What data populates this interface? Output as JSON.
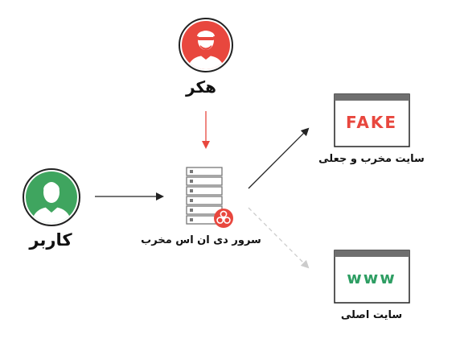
{
  "nodes": {
    "hacker": {
      "label": "هکر"
    },
    "user": {
      "label": "کاربر"
    },
    "server": {
      "label": "سرور دی ان اس مخرب"
    },
    "fake_site": {
      "label": "سایت مخرب و جعلی",
      "screen_text": "FAKE"
    },
    "real_site": {
      "label": "سایت اصلی",
      "screen_text": "www"
    }
  },
  "colors": {
    "hacker": "#e8473e",
    "user": "#3fa55f",
    "fake_text": "#e8473e",
    "real_text": "#2e9e63",
    "window_border": "#222222",
    "window_bar": "#6f6f6f",
    "arrow_dark": "#222222",
    "arrow_red": "#e8473e",
    "arrow_dashed": "#cccccc",
    "server_stroke": "#777777",
    "biohazard": "#e8473e"
  },
  "icons": {
    "hacker": "hacker-avatar-icon",
    "user": "user-avatar-icon",
    "server": "server-rack-icon",
    "biohazard": "biohazard-icon",
    "fake_site": "browser-window-icon",
    "real_site": "browser-window-icon"
  }
}
